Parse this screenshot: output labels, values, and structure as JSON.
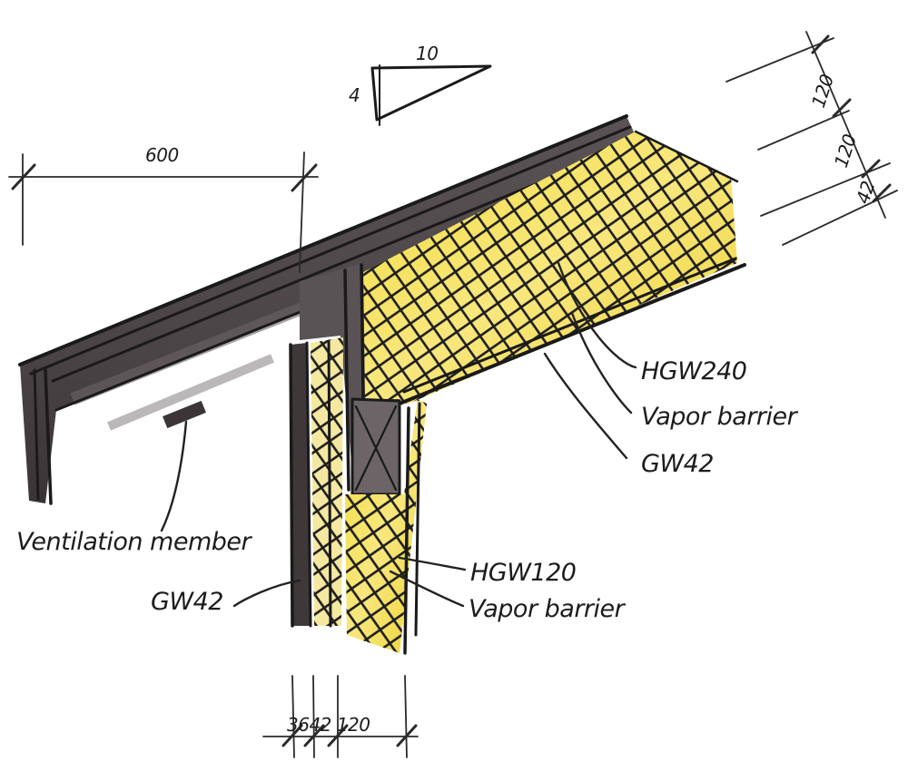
{
  "slope": {
    "run": "10",
    "rise": "4"
  },
  "dimensions": {
    "spacing": "600",
    "roof_layers": [
      "120",
      "120",
      "42"
    ],
    "wall_layers": "3642 120"
  },
  "callouts": {
    "roof_insulation": "HGW240",
    "roof_vapor_barrier": "Vapor barrier",
    "roof_board": "GW42",
    "ventilation_member": "Ventilation member",
    "wall_board": "GW42",
    "wall_insulation": "HGW120",
    "wall_vapor_barrier": "Vapor barrier"
  },
  "colors": {
    "timber": "#4d4648",
    "timber_dark": "#2f2a2c",
    "insulation": "#f1d93a",
    "insulation_light": "#f7e98a",
    "ink": "#1a1a1a"
  }
}
